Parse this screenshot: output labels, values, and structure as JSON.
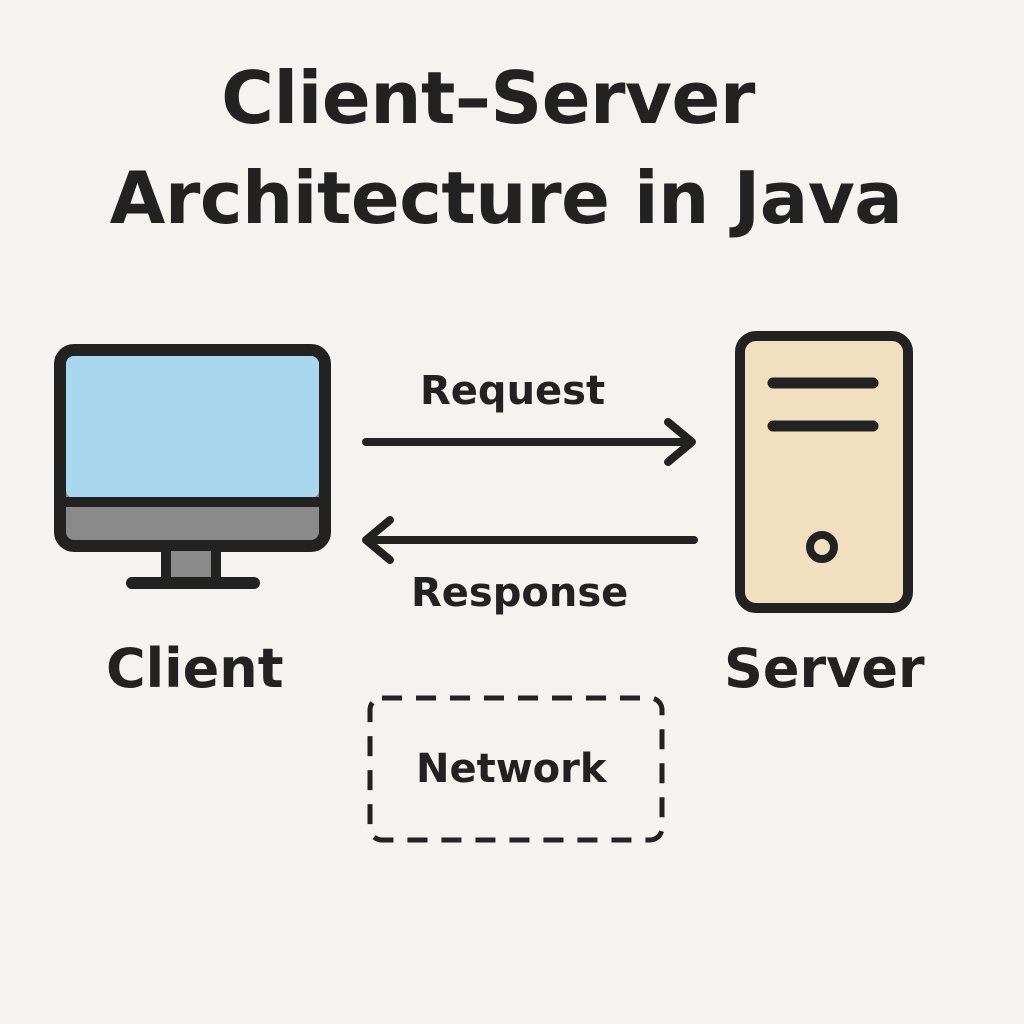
{
  "title": {
    "line1": "Client–Server",
    "line2": "Architecture in Java"
  },
  "nodes": {
    "client": {
      "label": "Client",
      "icon": "monitor-icon",
      "screen_color": "#a9d7ee",
      "bezel_color": "#222222",
      "chin_color": "#8a8a8a"
    },
    "server": {
      "label": "Server",
      "icon": "server-tower-icon",
      "body_color": "#f2dfbf"
    },
    "network": {
      "label": "Network"
    }
  },
  "edges": {
    "request": {
      "label": "Request",
      "from": "client",
      "to": "server"
    },
    "response": {
      "label": "Response",
      "from": "server",
      "to": "client"
    }
  },
  "colors": {
    "background": "#f5f3ef",
    "ink": "#222222"
  }
}
